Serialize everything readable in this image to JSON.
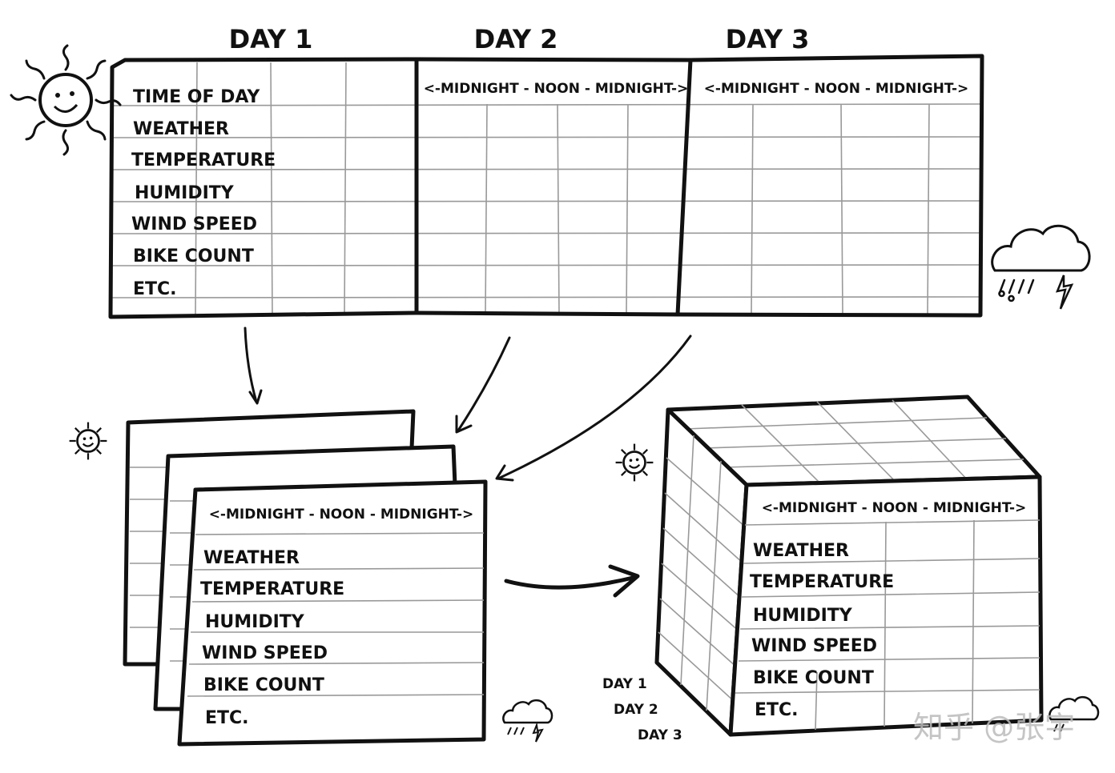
{
  "header": {
    "day1": "DAY 1",
    "day2": "DAY 2",
    "day3": "DAY 3"
  },
  "time_axis_label": "<-MIDNIGHT - NOON - MIDNIGHT->",
  "row_labels": {
    "time_of_day": "TIME OF DAY",
    "weather": "WEATHER",
    "temperature": "TEMPERATURE",
    "humidity": "HUMIDITY",
    "wind_speed": "WIND SPEED",
    "bike_count": "BIKE COUNT",
    "etc": "ETC."
  },
  "cube_depth_labels": {
    "day1": "DAY 1",
    "day2": "DAY 2",
    "day3": "DAY 3"
  },
  "watermark": "知乎 @张宇",
  "icons": [
    "sun-icon",
    "storm-cloud-icon",
    "arrow-icon"
  ]
}
